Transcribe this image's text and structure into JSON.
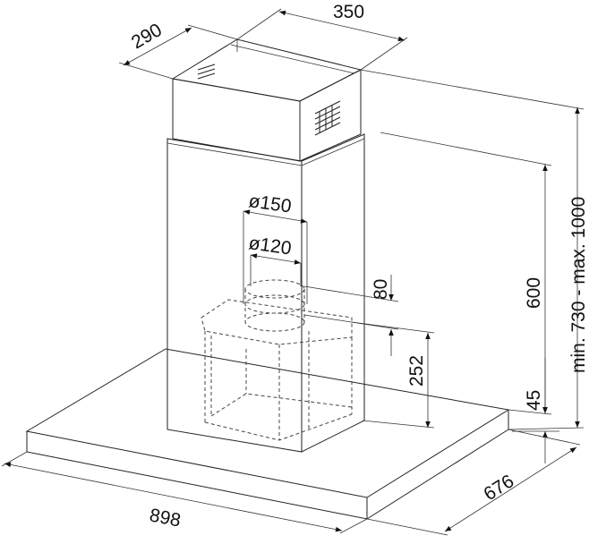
{
  "dimensions": {
    "width_top": "350",
    "depth_top": "290",
    "duct_outer": "ø150",
    "duct_inner": "ø120",
    "flange_height": "80",
    "motor_height": "252",
    "chimney_height": "600",
    "canopy_thickness": "45",
    "total_height": "min. 730 - max. 1000",
    "canopy_width": "898",
    "canopy_depth": "676"
  }
}
